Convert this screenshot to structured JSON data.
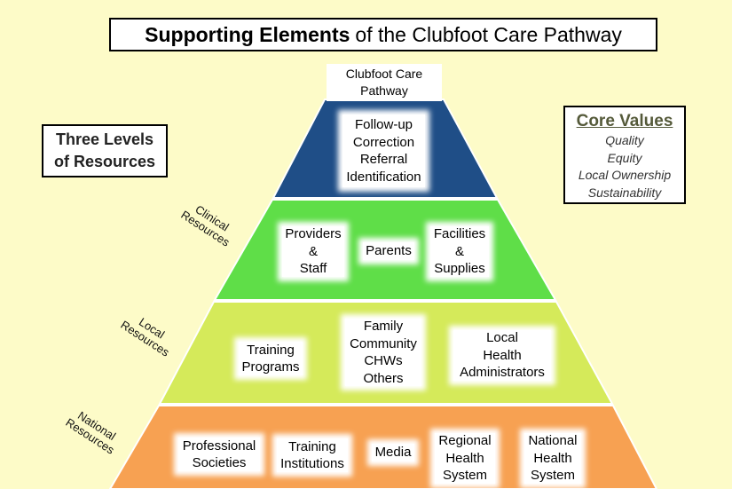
{
  "title": {
    "bold": "Supporting Elements",
    "rest": "of the Clubfoot Care Pathway"
  },
  "apex": {
    "line1": "Clubfoot Care",
    "line2": "Pathway"
  },
  "levels_box": {
    "line1": "Three Levels",
    "line2": "of Resources"
  },
  "core_values": {
    "title": "Core Values",
    "items": [
      "Quality",
      "Equity",
      "Local Ownership",
      "Sustainability"
    ]
  },
  "side_labels": {
    "clinical": [
      "Clinical",
      "Resources"
    ],
    "local": [
      "Local",
      "Resources"
    ],
    "national": [
      "National",
      "Resources"
    ]
  },
  "tiers": {
    "pathway": [
      "Follow-up",
      "Correction",
      "Referral",
      "Identification"
    ],
    "clinical": {
      "providers": [
        "Providers",
        "&",
        "Staff"
      ],
      "parents": [
        "Parents"
      ],
      "facilities": [
        "Facilities",
        "&",
        "Supplies"
      ]
    },
    "local": {
      "training": [
        "Training",
        "Programs"
      ],
      "family": [
        "Family",
        "Community",
        "CHWs",
        "Others"
      ],
      "admins": [
        "Local",
        "Health",
        "Administrators"
      ]
    },
    "national": {
      "societies": [
        "Professional",
        "Societies"
      ],
      "institutions": [
        "Training",
        "Institutions"
      ],
      "media": [
        "Media"
      ],
      "regional": [
        "Regional",
        "Health",
        "System"
      ],
      "national": [
        "National",
        "Health",
        "System"
      ]
    }
  },
  "colors": {
    "background": "#fdfbc8",
    "tier1": "#1f4e87",
    "tier2": "#5fde48",
    "tier3": "#d5ea5a",
    "tier4": "#f7a152",
    "core_values_title": "#555a3a"
  }
}
